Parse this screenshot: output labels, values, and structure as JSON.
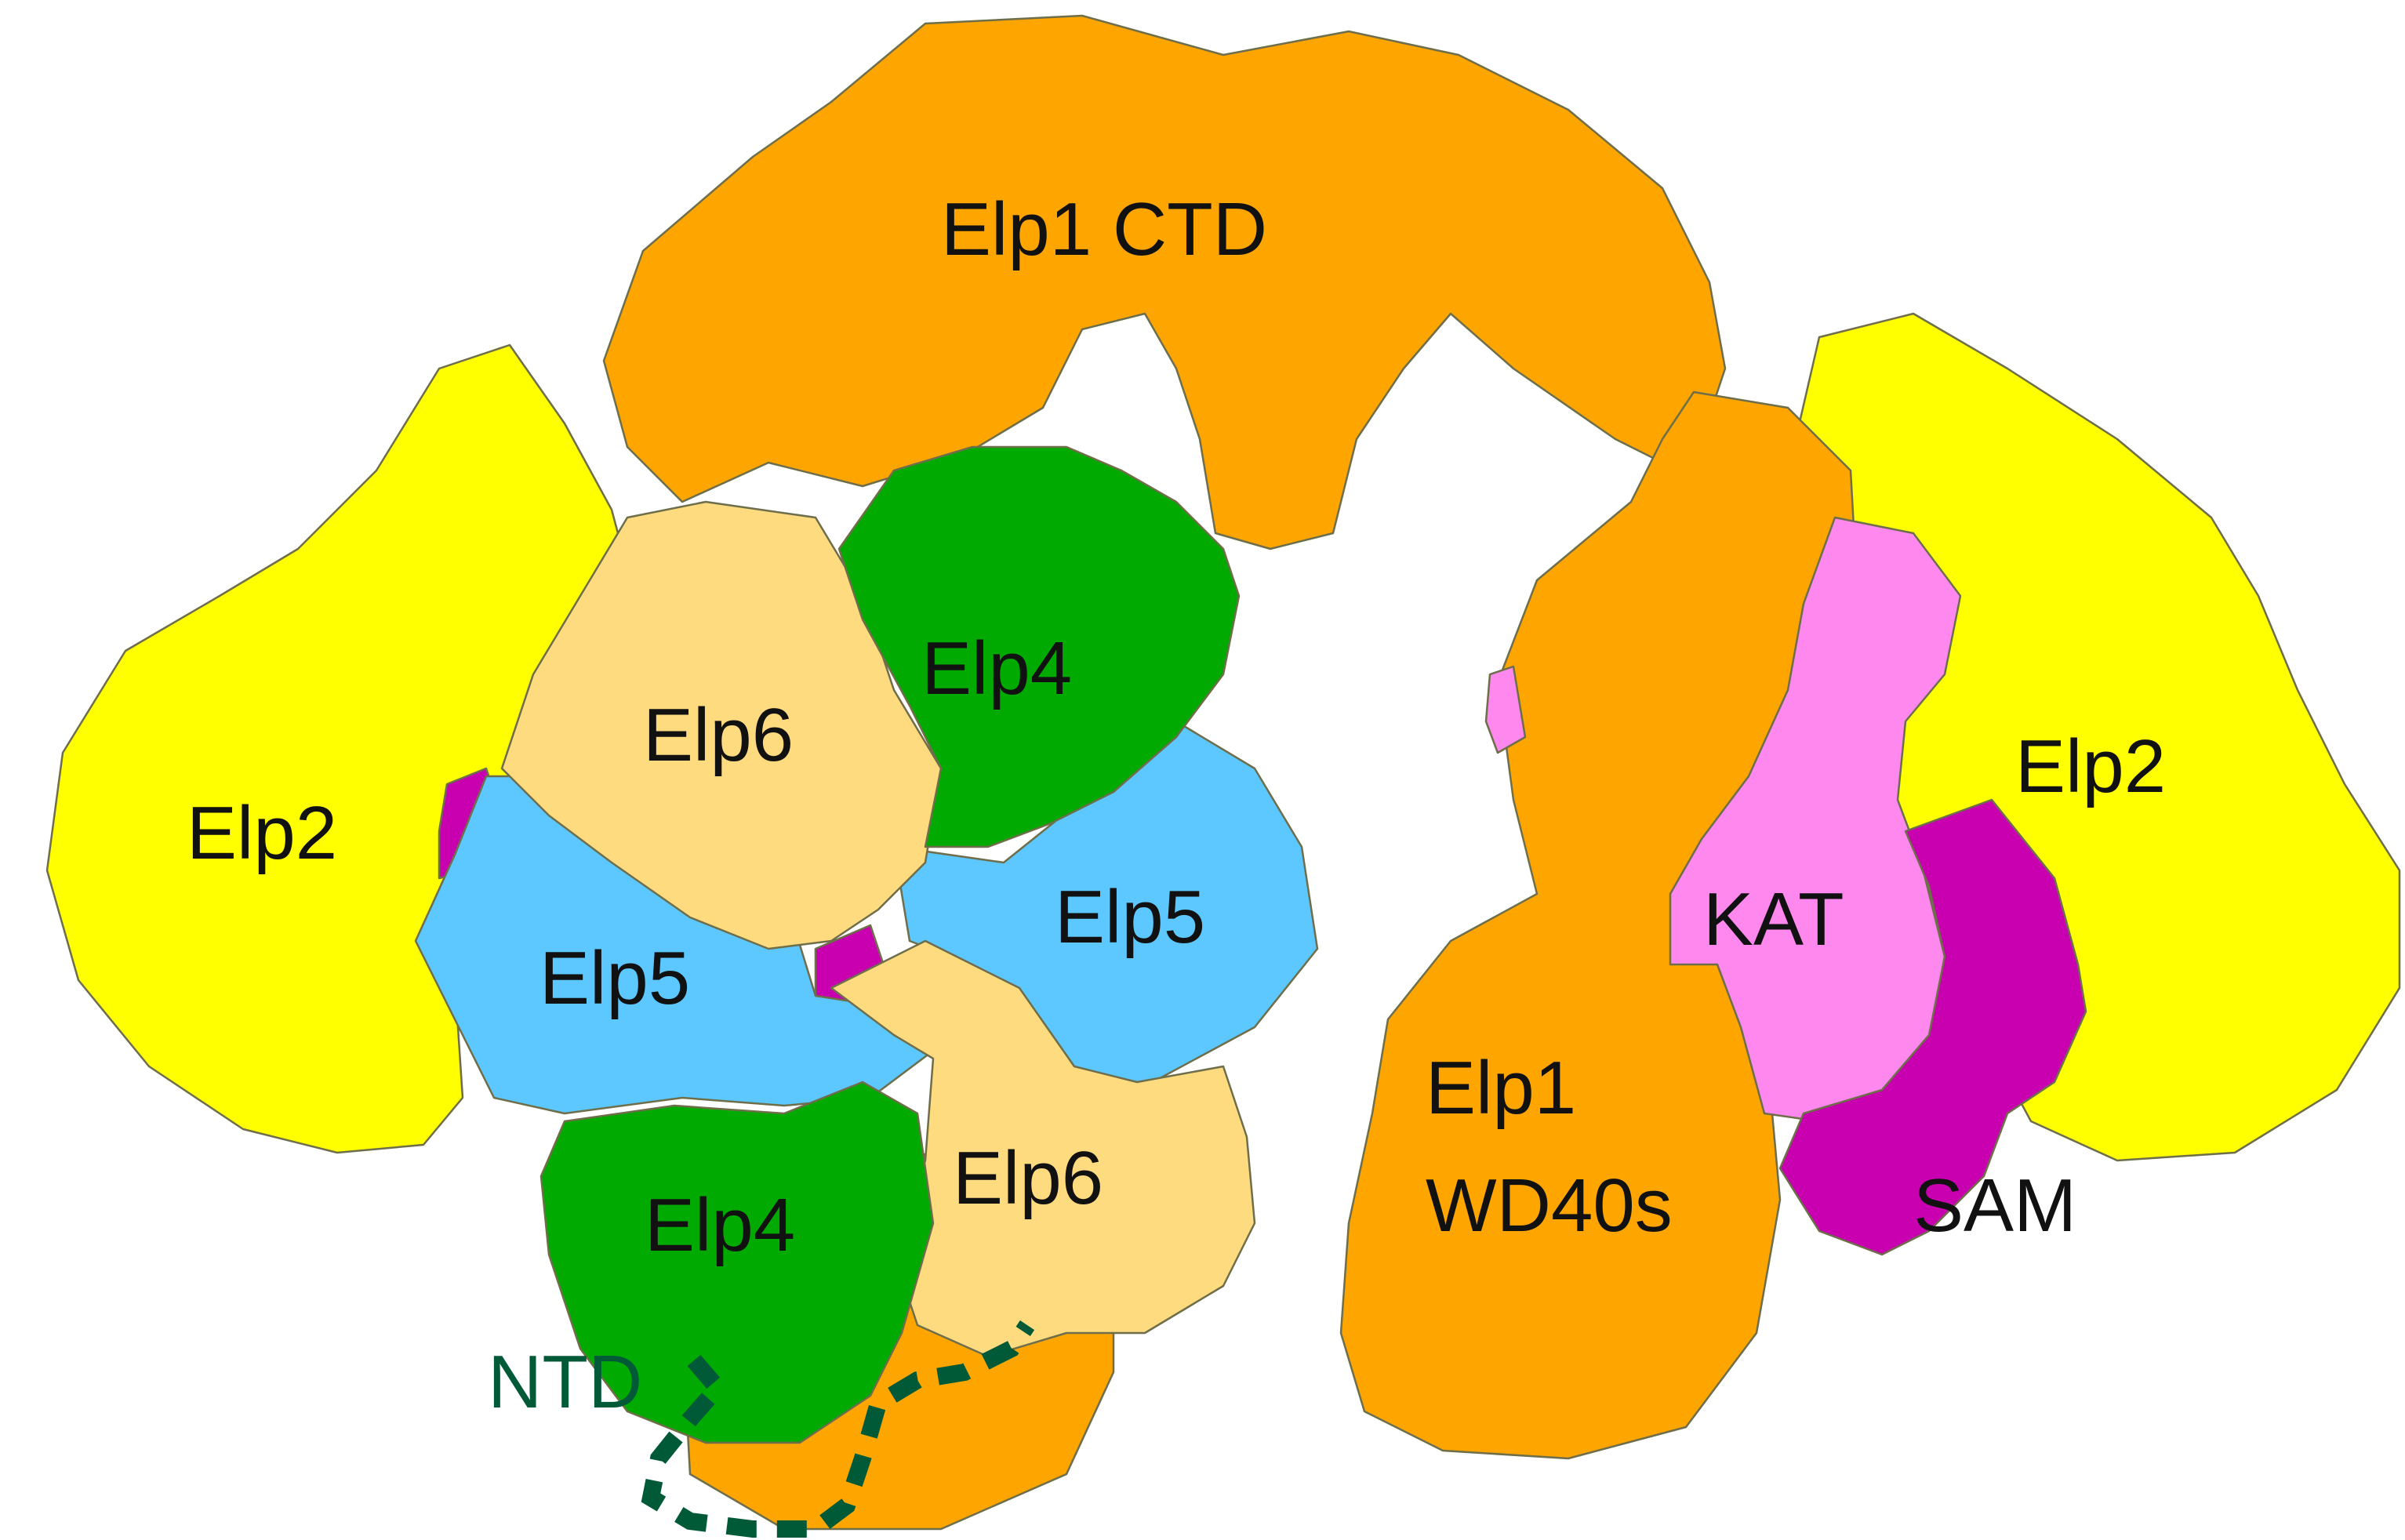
{
  "colors": {
    "elp1": "#FFA500",
    "elp2": "#FFFF00",
    "elp4": "#00AA00",
    "elp5": "#5CC8FF",
    "elp6": "#FFDB80",
    "kat": "#FF88EE",
    "sam": "#C800B0",
    "ntd": "#005A38"
  },
  "labels": {
    "elp1_ctd": "Elp1 CTD",
    "elp2_left": "Elp2",
    "elp2_right": "Elp2",
    "elp6_top": "Elp6",
    "elp4_top": "Elp4",
    "elp5_left": "Elp5",
    "elp5_right": "Elp5",
    "elp4_bottom": "Elp4",
    "elp6_bottom": "Elp6",
    "kat": "KAT",
    "sam": "SAM",
    "elp1_wd40s_line1": "Elp1",
    "elp1_wd40s_line2": "WD40s",
    "ntd": "NTD"
  }
}
